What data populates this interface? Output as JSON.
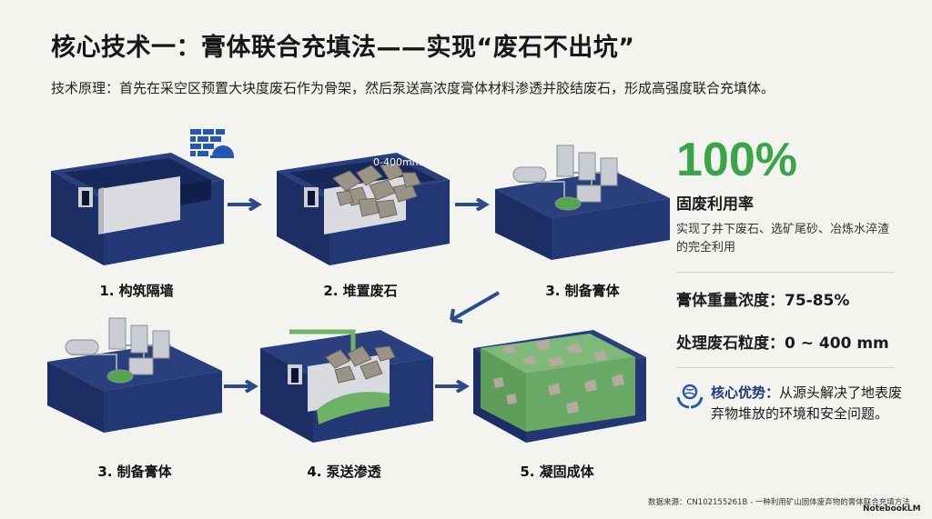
{
  "title": "核心技术一：膏体联合充填法——实现“废石不出坑”",
  "subtitle": "技术原理：首先在采空区预置大块度废石作为骨架，然后泵送高浓度膏体材料渗透并胶结废石，形成高强度联合充填体。",
  "steps": [
    {
      "label": "1. 构筑隔墙",
      "icon": "brick-wall-helmet-icon"
    },
    {
      "label": "2. 堆置废石",
      "annotation": "0-400mm"
    },
    {
      "label": "3. 制备膏体"
    },
    {
      "label": "3. 制备膏体"
    },
    {
      "label": "4. 泵送渗透"
    },
    {
      "label": "5. 凝固成体"
    }
  ],
  "metrics": {
    "percent": "100%",
    "percent_label": "固废利用率",
    "percent_desc": "实现了井下废石、选矿尾砂、冶炼水淬渣的完全利用",
    "concentration": "膏体重量浓度：75-85%",
    "granularity": "处理废石粒度：0 ~ 400 mm"
  },
  "advantage": {
    "heading": "核心优势：",
    "text": "从源头解决了地表废弃物堆放的环境和安全问题。",
    "icon": "hands-globe-icon"
  },
  "footer": "数据来源：CN102155261B - 一种利用矿山固体废弃物的膏体联合充填方法",
  "brand": "NotebookLM",
  "colors": {
    "pit_top": "#2a3f7e",
    "pit_side": "#1c2e63",
    "pit_inner": "#223773",
    "accent_green": "#3aa548",
    "arrow": "#2d4a8a"
  }
}
